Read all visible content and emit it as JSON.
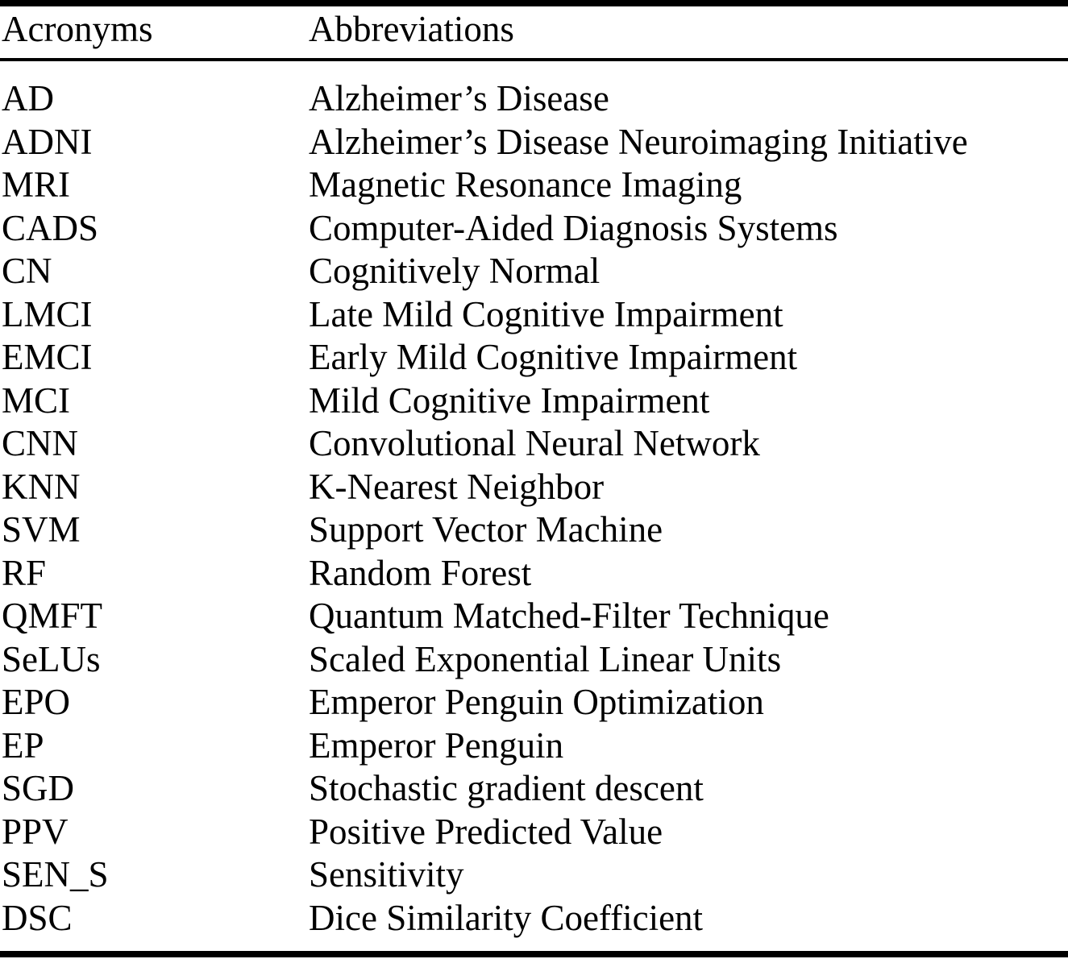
{
  "table": {
    "columns": [
      "Acronyms",
      "Abbreviations"
    ],
    "rows": [
      {
        "acronym": "AD",
        "abbreviation": "Alzheimer’s Disease"
      },
      {
        "acronym": "ADNI",
        "abbreviation": "Alzheimer’s Disease Neuroimaging Initiative"
      },
      {
        "acronym": "MRI",
        "abbreviation": "Magnetic Resonance Imaging"
      },
      {
        "acronym": "CADS",
        "abbreviation": "Computer-Aided Diagnosis Systems"
      },
      {
        "acronym": "CN",
        "abbreviation": "Cognitively Normal"
      },
      {
        "acronym": "LMCI",
        "abbreviation": "Late Mild Cognitive Impairment"
      },
      {
        "acronym": "EMCI",
        "abbreviation": "Early Mild Cognitive Impairment"
      },
      {
        "acronym": "MCI",
        "abbreviation": "Mild Cognitive Impairment"
      },
      {
        "acronym": "CNN",
        "abbreviation": "Convolutional Neural Network"
      },
      {
        "acronym": "KNN",
        "abbreviation": "K-Nearest Neighbor"
      },
      {
        "acronym": "SVM",
        "abbreviation": "Support Vector Machine"
      },
      {
        "acronym": "RF",
        "abbreviation": "Random Forest"
      },
      {
        "acronym": "QMFT",
        "abbreviation": "Quantum Matched-Filter Technique"
      },
      {
        "acronym": "SeLUs",
        "abbreviation": "Scaled Exponential Linear Units"
      },
      {
        "acronym": "EPO",
        "abbreviation": "Emperor Penguin Optimization"
      },
      {
        "acronym": "EP",
        "abbreviation": "Emperor Penguin"
      },
      {
        "acronym": "SGD",
        "abbreviation": "Stochastic gradient descent"
      },
      {
        "acronym": "PPV",
        "abbreviation": "Positive Predicted Value"
      },
      {
        "acronym": "SEN_S",
        "abbreviation": "Sensitivity"
      },
      {
        "acronym": "DSC",
        "abbreviation": "Dice Similarity Coefficient"
      }
    ]
  },
  "colors": {
    "background": "#ffffff",
    "text": "#000000",
    "rule": "#000000"
  }
}
